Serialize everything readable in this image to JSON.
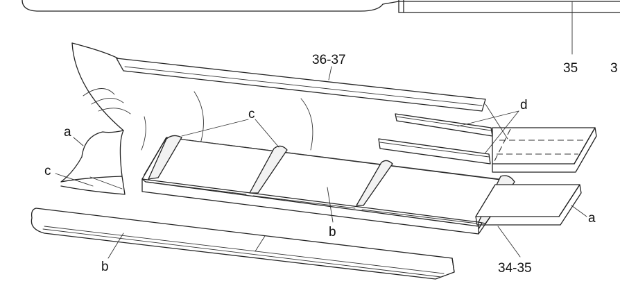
{
  "figure": {
    "labels": {
      "top_35": "35",
      "top_3": "3",
      "cover": "36-37",
      "upper_d": "d",
      "upper_c": "c",
      "left_a": "a",
      "left_c": "c",
      "right_a": "a",
      "middle_b": "b",
      "lower_b": "b",
      "base": "34-35"
    }
  }
}
